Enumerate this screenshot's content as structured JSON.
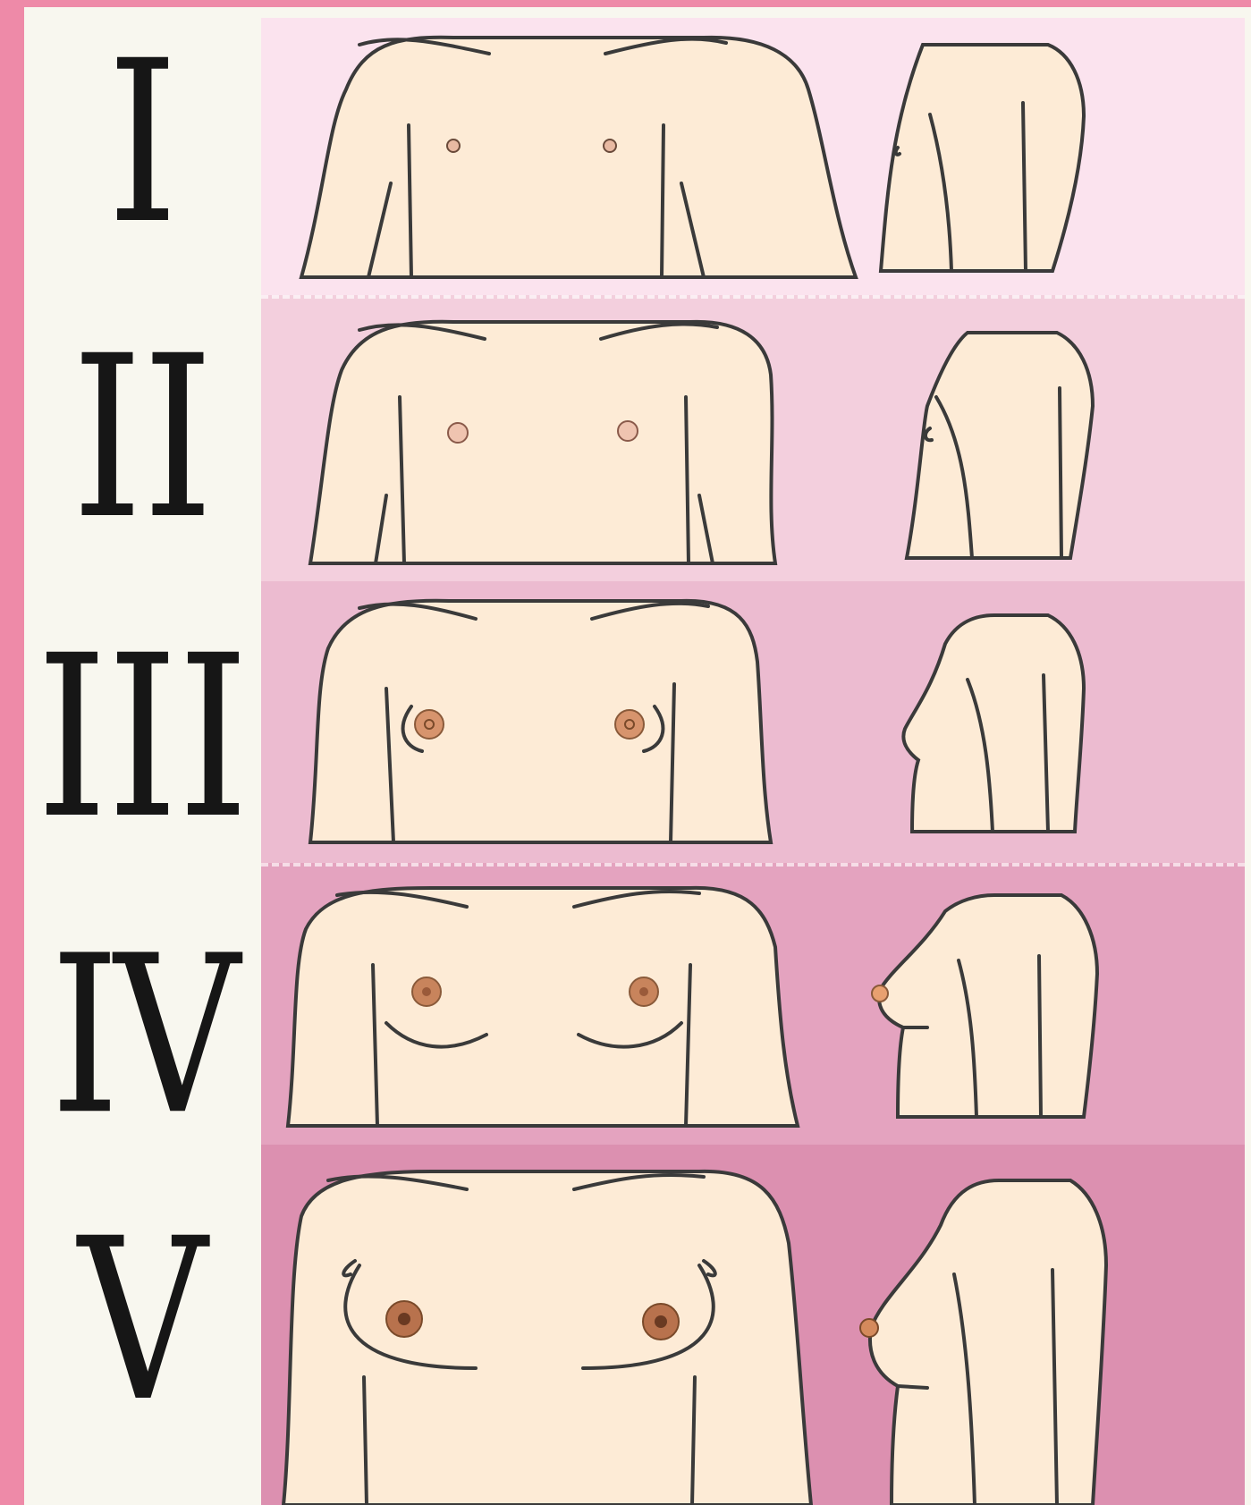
{
  "colors": {
    "border": "#ee8aa8",
    "background": "#f8f7ef",
    "skin": "#fdebd6",
    "outline": "#3a3a3a",
    "areola_light": "#e8b9a2",
    "areola_dark": "#b8724d",
    "panel_shades": [
      "#fbe3ee",
      "#f3cfdd",
      "#ecbbd0",
      "#e4a3bf",
      "#dc90b0"
    ]
  },
  "stages": [
    {
      "label": "I"
    },
    {
      "label": "II"
    },
    {
      "label": "III"
    },
    {
      "label": "IV"
    },
    {
      "label": "V"
    }
  ]
}
